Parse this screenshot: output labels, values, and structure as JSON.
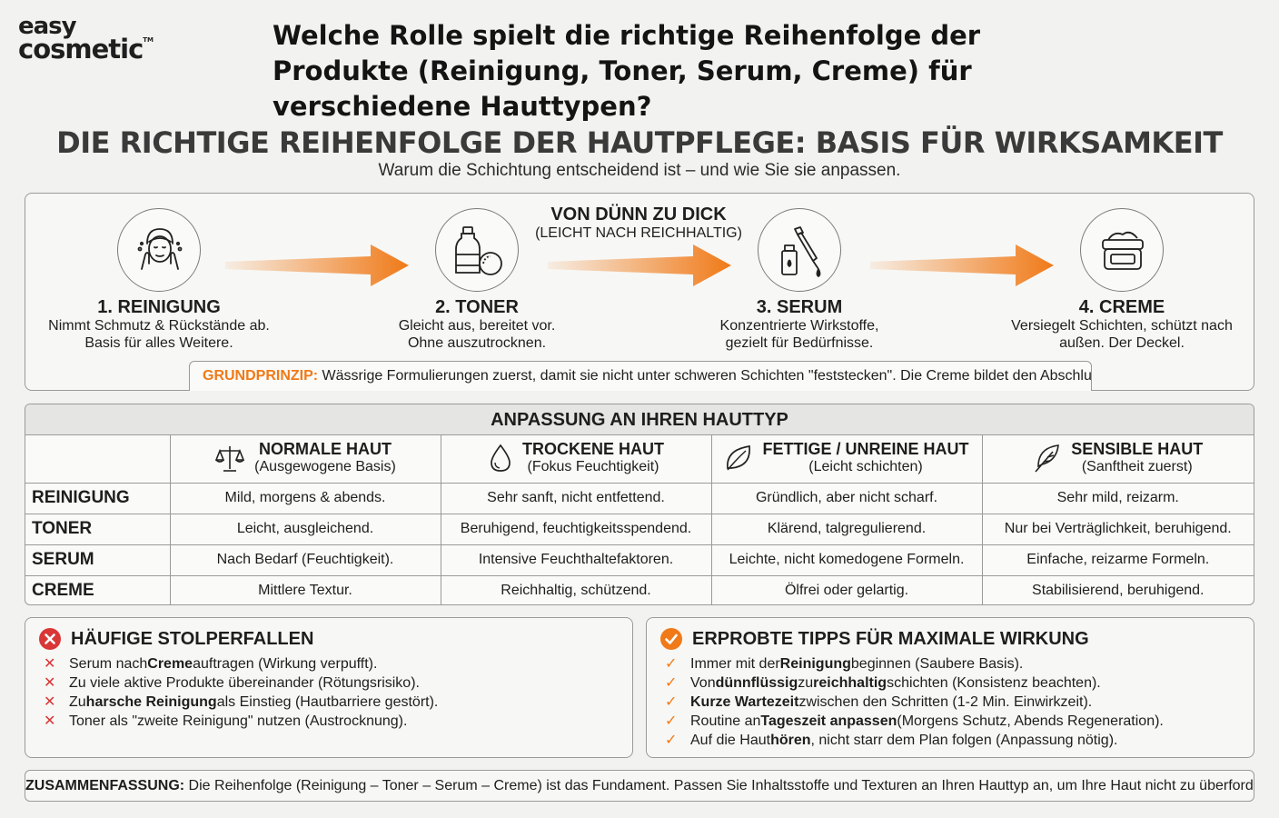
{
  "logo": {
    "line1": "easy",
    "line2": "cosmetic",
    "tm": "TM"
  },
  "question": "Welche Rolle spielt die richtige Reihenfolge der Produkte (Reinigung, Toner, Serum, Creme) für verschiedene Hauttypen?",
  "main_title": "DIE RICHTIGE REIHENFOLGE DER HAUTPFLEGE: BASIS FÜR WIRKSAMKEIT",
  "subtitle": "Warum die Schichtung entscheidend ist – und wie Sie sie anpassen.",
  "steps": [
    {
      "title": "1. REINIGUNG",
      "desc1": "Nimmt Schmutz & Rückstände ab.",
      "desc2": "Basis für alles Weitere.",
      "icon": "face-cleansing-icon"
    },
    {
      "title": "2. TONER",
      "desc1": "Gleicht aus, bereitet vor.",
      "desc2": "Ohne auszutrocknen.",
      "icon": "toner-bottle-icon"
    },
    {
      "title": "3. SERUM",
      "desc1": "Konzentrierte Wirkstoffe,",
      "desc2": "gezielt für Bedürfnisse.",
      "icon": "dropper-icon"
    },
    {
      "title": "4. CREME",
      "desc1": "Versiegelt Schichten, schützt nach",
      "desc2": "außen. Der Deckel.",
      "icon": "cream-jar-icon"
    }
  ],
  "thin_to_thick": {
    "title": "VON DÜNN ZU DICK",
    "sub": "(LEICHT NACH REICHHALTIG)"
  },
  "principle": {
    "label": "GRUNDPRINZIP:",
    "text": " Wässrige Formulierungen zuerst, damit sie nicht unter schweren Schichten \"feststecken\". Die Creme bildet den Abschluss."
  },
  "table": {
    "title": "ANPASSUNG AN IHREN HAUTTYP",
    "columns": [
      {
        "name": "NORMALE HAUT",
        "sub": "(Ausgewogene Basis)",
        "icon": "scale-icon"
      },
      {
        "name": "TROCKENE HAUT",
        "sub": "(Fokus Feuchtigkeit)",
        "icon": "water-drop-icon"
      },
      {
        "name": "FETTIGE / UNREINE HAUT",
        "sub": "(Leicht schichten)",
        "icon": "leaf-icon"
      },
      {
        "name": "SENSIBLE HAUT",
        "sub": "(Sanftheit zuerst)",
        "icon": "feather-icon"
      }
    ],
    "rows": [
      {
        "label": "REINIGUNG",
        "cells": [
          "Mild, morgens & abends.",
          "Sehr sanft, nicht entfettend.",
          "Gründlich, aber nicht scharf.",
          "Sehr mild, reizarm."
        ]
      },
      {
        "label": "TONER",
        "cells": [
          "Leicht, ausgleichend.",
          "Beruhigend, feuchtigkeitsspendend.",
          "Klärend, talgregulierend.",
          "Nur bei Verträglichkeit, beruhigend."
        ]
      },
      {
        "label": "SERUM",
        "cells": [
          "Nach Bedarf (Feuchtigkeit).",
          "Intensive Feuchthaltefaktoren.",
          "Leichte, nicht komedogene Formeln.",
          "Einfache, reizarme Formeln."
        ]
      },
      {
        "label": "CREME",
        "cells": [
          "Mittlere Textur.",
          "Reichhaltig, schützend.",
          "Ölfrei oder gelartig.",
          "Stabilisierend, beruhigend."
        ]
      }
    ]
  },
  "pitfalls": {
    "title": "HÄUFIGE STOLPERFALLEN",
    "items": [
      {
        "pre": "Serum nach ",
        "bold": "Creme",
        "post": " auftragen (Wirkung verpufft)."
      },
      {
        "pre": "Zu viele aktive Produkte übereinander (Rötungsrisiko).",
        "bold": "",
        "post": ""
      },
      {
        "pre": "Zu ",
        "bold": "harsche Reinigung",
        "post": " als Einstieg (Hautbarriere gestört)."
      },
      {
        "pre": "Toner als \"zweite Reinigung\" nutzen (Austrocknung).",
        "bold": "",
        "post": ""
      }
    ]
  },
  "tips": {
    "title": "ERPROBTE TIPPS FÜR MAXIMALE WIRKUNG",
    "items": [
      {
        "p1": "Immer mit der ",
        "b1": "Reinigung",
        "p2": " beginnen (Saubere Basis).",
        "b2": "",
        "p3": ""
      },
      {
        "p1": "Von ",
        "b1": "dünnflüssig",
        "p2": " zu ",
        "b2": "reichhaltig",
        "p3": " schichten (Konsistenz beachten)."
      },
      {
        "p1": "",
        "b1": "Kurze Wartezeit",
        "p2": " zwischen den Schritten (1-2 Min. Einwirkzeit).",
        "b2": "",
        "p3": ""
      },
      {
        "p1": "Routine an ",
        "b1": "Tageszeit anpassen",
        "p2": " (Morgens Schutz, Abends Regeneration).",
        "b2": "",
        "p3": ""
      },
      {
        "p1": "Auf die Haut ",
        "b1": "hören",
        "p2": ", nicht starr dem Plan folgen (Anpassung nötig).",
        "b2": "",
        "p3": ""
      }
    ]
  },
  "summary": {
    "label": "ZUSAMMENFASSUNG:",
    "text": " Die Reihenfolge (Reinigung – Toner – Serum – Creme) ist das Fundament. Passen Sie Inhaltsstoffe und Texturen an Ihren Hauttyp an, um Ihre Haut nicht zu überfordern."
  },
  "colors": {
    "accent": "#f07a18",
    "error": "#d93636",
    "border": "#9a9a9a"
  }
}
